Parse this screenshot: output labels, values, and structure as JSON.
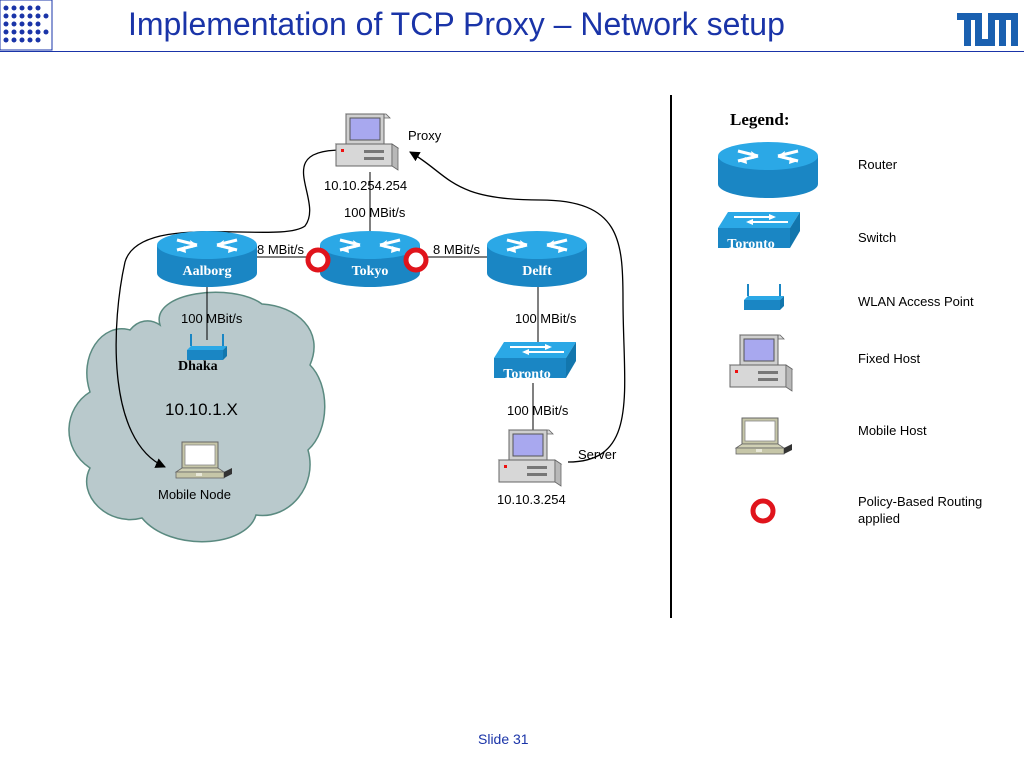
{
  "header": {
    "title": "Implementation of TCP Proxy – Network setup"
  },
  "footer": {
    "slide_label": "Slide 31"
  },
  "diagram": {
    "proxy": {
      "label": "Proxy",
      "ip": "10.10.254.254"
    },
    "server": {
      "label": "Server",
      "ip": "10.10.3.254"
    },
    "routers": {
      "aalborg": "Aalborg",
      "tokyo": "Tokyo",
      "delft": "Delft"
    },
    "switch_label": "Toronto",
    "access_point_label": "Dhaka",
    "network_label": "10.10.1.X",
    "mobile_node_label": "Mobile Node",
    "links": {
      "proxy_tokyo": "100 MBit/s",
      "aalborg_tokyo": "8 MBit/s",
      "tokyo_delft": "8 MBit/s",
      "aalborg_dhaka": "100 MBit/s",
      "delft_toronto": "100 MBit/s",
      "toronto_server": "100 MBit/s"
    }
  },
  "legend": {
    "title": "Legend:",
    "switch_label": "Toronto",
    "items": [
      {
        "icon": "router-icon",
        "label": "Router"
      },
      {
        "icon": "switch-icon",
        "label": "Switch"
      },
      {
        "icon": "wlan-access-point-icon",
        "label": "WLAN Access Point"
      },
      {
        "icon": "fixed-host-icon",
        "label": "Fixed Host"
      },
      {
        "icon": "mobile-host-icon",
        "label": "Mobile Host"
      },
      {
        "icon": "policy-routing-icon",
        "label": "Policy-Based Routing applied"
      }
    ]
  },
  "colors": {
    "title": "#1a34a8",
    "router": "#1e9ad6",
    "cloud": "#b9c9cc",
    "policy_marker": "#e0141c"
  }
}
